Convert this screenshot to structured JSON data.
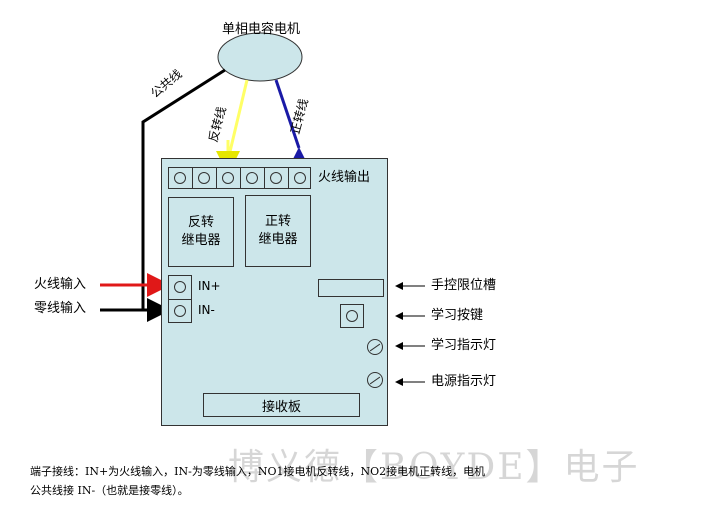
{
  "motor": {
    "label": "单相电容电机"
  },
  "wires": {
    "common": "公共线",
    "reverse": "反转线",
    "forward": "正转线"
  },
  "board": {
    "live_output": "火线输出",
    "reverse_relay": [
      "反转",
      "继电器"
    ],
    "forward_relay": [
      "正转",
      "继电器"
    ],
    "in_plus": "IN+",
    "in_minus": "IN-",
    "receiver_label": "接收板"
  },
  "inputs": {
    "live_in": "火线输入",
    "neutral_in": "零线输入"
  },
  "callouts": {
    "limit_slot": "手控限位槽",
    "learn_key": "学习按键",
    "learn_led": "学习指示灯",
    "power_led": "电源指示灯"
  },
  "colors": {
    "reverse_wire": "#ffff66",
    "forward_wire": "#1a1aa6",
    "live_wire": "#e01818",
    "neutral_wire": "#000000",
    "board_fill": "#cce6ea",
    "motor_fill": "#cce6ea"
  },
  "note": {
    "line1": "端子接线：IN+为火线输入，IN-为零线输入，NO1接电机反转线，NO2接电机正转线，电机",
    "line2": "公共线接 IN-（也就是接零线）。"
  },
  "watermark": "博义德【BOYDE】电子"
}
